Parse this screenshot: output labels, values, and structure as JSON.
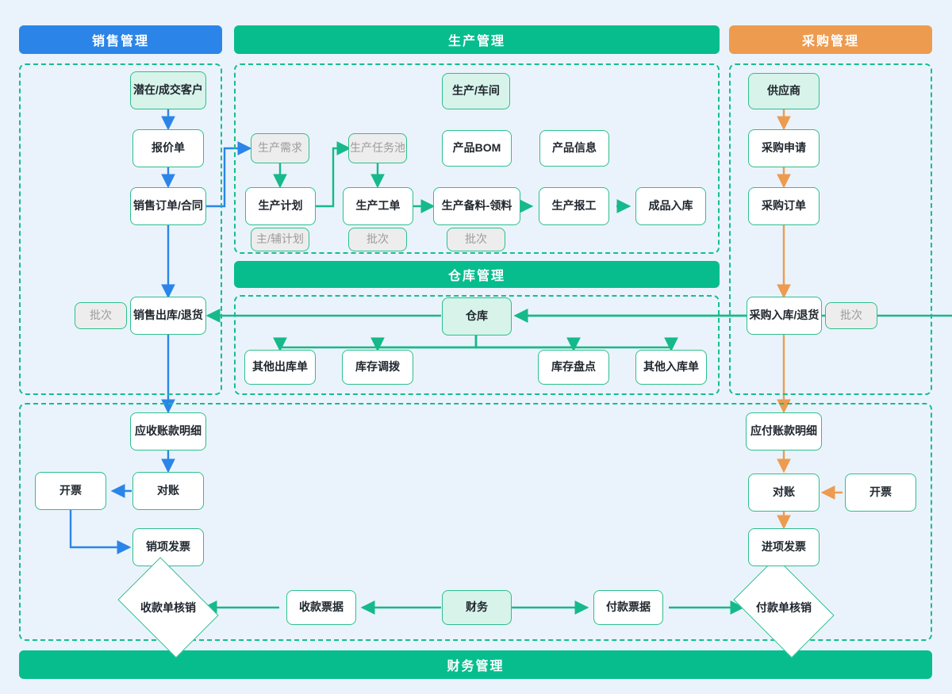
{
  "colors": {
    "sales": "#2b85e8",
    "production": "#07bd8e",
    "purchase": "#ed9b4f",
    "warehouse": "#07bd8e",
    "finance": "#07bd8e",
    "node_border": "#2dc08d",
    "node_fill": "#ffffff",
    "node_accent_fill": "#d7f3ea",
    "node_muted_fill": "#ededed",
    "node_muted_text": "#9b9b9b",
    "canvas": "#eaf3fb"
  },
  "bands": {
    "sales": "销售管理",
    "production": "生产管理",
    "purchase": "采购管理",
    "warehouse": "仓库管理",
    "finance": "财务管理"
  },
  "sales": {
    "nodes": [
      {
        "id": "customer",
        "label": "潜在/成交客户"
      },
      {
        "id": "quotation",
        "label": "报价单"
      },
      {
        "id": "order",
        "label": "销售订单/合同"
      },
      {
        "id": "outbound",
        "label": "销售出库/退货"
      },
      {
        "id": "batch",
        "label": "批次"
      }
    ]
  },
  "production": {
    "nodes": [
      {
        "id": "workshop",
        "label": "生产/车间"
      },
      {
        "id": "demand",
        "label": "生产需求"
      },
      {
        "id": "taskpool",
        "label": "生产任务池"
      },
      {
        "id": "bom",
        "label": "产品BOM"
      },
      {
        "id": "prodinfo",
        "label": "产品信息"
      },
      {
        "id": "plan",
        "label": "生产计划"
      },
      {
        "id": "workorder",
        "label": "生产工单"
      },
      {
        "id": "picking",
        "label": "生产备料-领料"
      },
      {
        "id": "report",
        "label": "生产报工"
      },
      {
        "id": "finished",
        "label": "成品入库"
      },
      {
        "id": "planbatch",
        "label": "主/辅计划"
      },
      {
        "id": "wobatch",
        "label": "批次"
      },
      {
        "id": "pickbatch",
        "label": "批次"
      }
    ]
  },
  "purchase": {
    "nodes": [
      {
        "id": "supplier",
        "label": "供应商"
      },
      {
        "id": "request",
        "label": "采购申请"
      },
      {
        "id": "po",
        "label": "采购订单"
      },
      {
        "id": "inbound",
        "label": "采购入库/退货"
      },
      {
        "id": "batch",
        "label": "批次"
      }
    ]
  },
  "warehouse": {
    "nodes": [
      {
        "id": "warehouse",
        "label": "仓库"
      },
      {
        "id": "otherout",
        "label": "其他出库单"
      },
      {
        "id": "transfer",
        "label": "库存调拨"
      },
      {
        "id": "stocktake",
        "label": "库存盘点"
      },
      {
        "id": "otherin",
        "label": "其他入库单"
      }
    ]
  },
  "finance": {
    "nodes": [
      {
        "id": "ar",
        "label": "应收账款明细"
      },
      {
        "id": "ar_recon",
        "label": "对账"
      },
      {
        "id": "ar_invoicing",
        "label": "开票"
      },
      {
        "id": "out_invoice",
        "label": "销项发票"
      },
      {
        "id": "ar_writeoff",
        "label": "收款单核销"
      },
      {
        "id": "receipt",
        "label": "收款票据"
      },
      {
        "id": "finance_hub",
        "label": "财务"
      },
      {
        "id": "payment",
        "label": "付款票据"
      },
      {
        "id": "ap_writeoff",
        "label": "付款单核销"
      },
      {
        "id": "in_invoice",
        "label": "进项发票"
      },
      {
        "id": "ap_recon",
        "label": "对账"
      },
      {
        "id": "ap_invoicing",
        "label": "开票"
      },
      {
        "id": "ap",
        "label": "应付账款明细"
      }
    ]
  }
}
